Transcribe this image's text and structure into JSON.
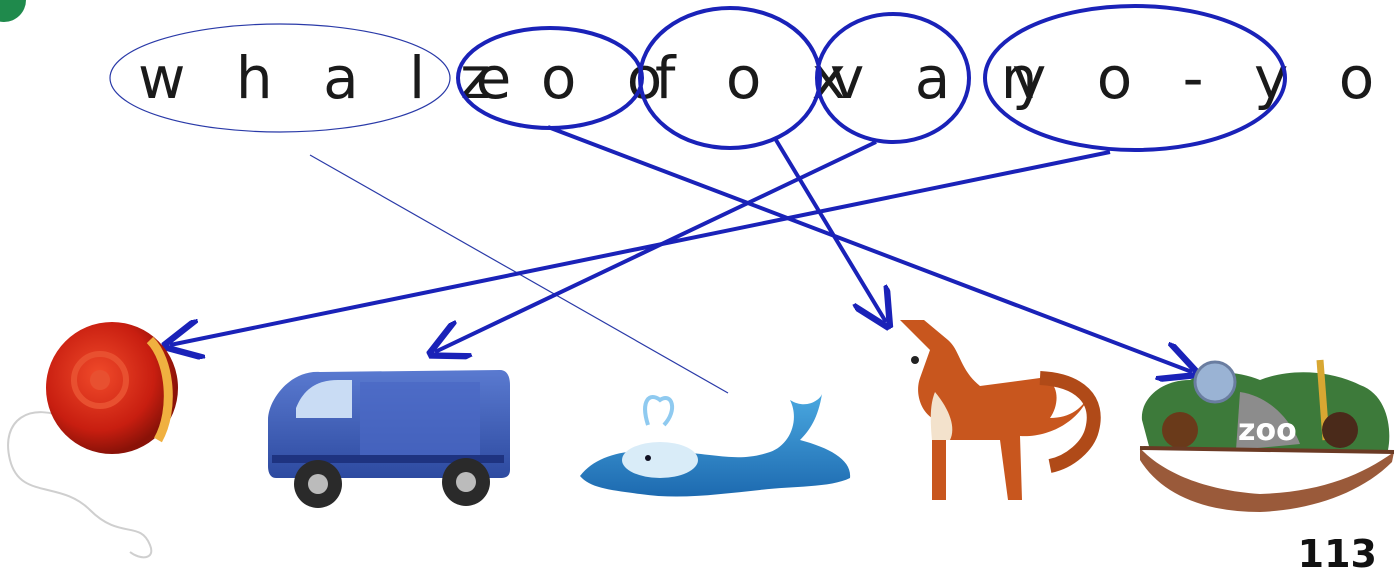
{
  "words": [
    {
      "id": "whale",
      "text": "w h a l e"
    },
    {
      "id": "zoo",
      "text": "z o o"
    },
    {
      "id": "fox",
      "text": "f o x"
    },
    {
      "id": "van",
      "text": "v a n"
    },
    {
      "id": "yoyo",
      "text": "y o - y o"
    }
  ],
  "pictures": [
    {
      "id": "yoyo",
      "icon": "yoyo-picture"
    },
    {
      "id": "van",
      "icon": "van-picture"
    },
    {
      "id": "whale",
      "icon": "whale-picture"
    },
    {
      "id": "fox",
      "icon": "fox-picture"
    },
    {
      "id": "zoo",
      "icon": "zoo-picture"
    }
  ],
  "zoo_sign": "zoo",
  "page_number": "113",
  "colors": {
    "circle": "#1a22b8",
    "arrow": "#1a22b8",
    "thin_line": "#2a3aa8",
    "corner_badge": "#1f8a4c"
  }
}
